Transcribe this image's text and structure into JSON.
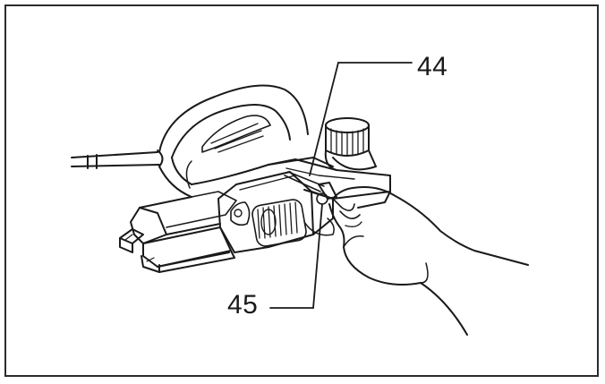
{
  "callouts": {
    "upper": "44",
    "lower": "45"
  },
  "colors": {
    "line": "#1a1a1a",
    "frame": "#2b2b2b",
    "background": "#ffffff"
  },
  "icons": {
    "tool": "power-planer-illustration",
    "hand": "hand-illustration"
  }
}
